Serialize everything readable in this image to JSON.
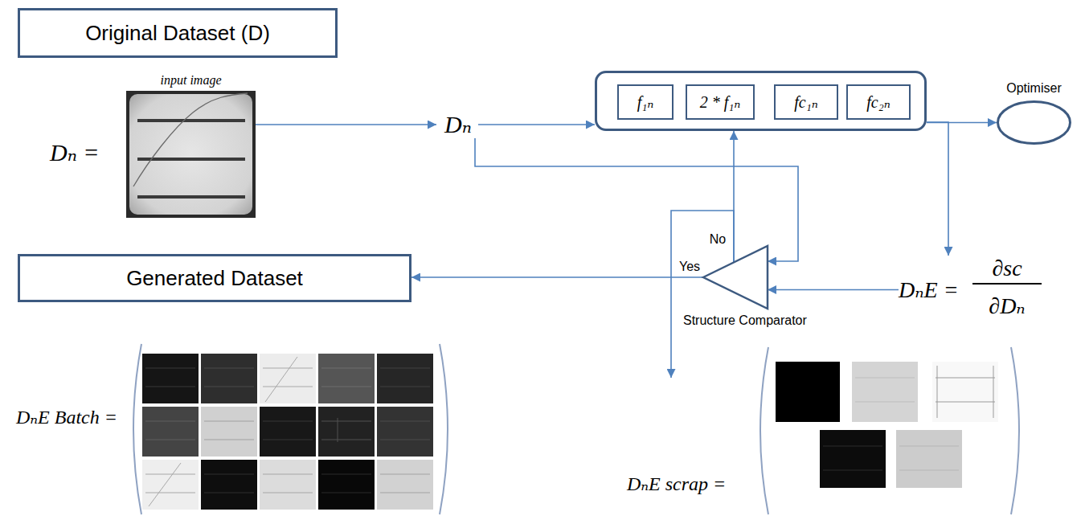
{
  "diagram": {
    "nodes": [
      {
        "text": [
          "Original Dataset (D)"
        ]
      },
      {
        "text": [
          "input image"
        ]
      },
      {
        "text": [
          "Dₙ"
        ]
      },
      {
        "text": []
      },
      {
        "text": [
          "f₁ₙ"
        ],
        "in": 3
      },
      {
        "text": [
          "2 * f₁ₙ"
        ],
        "in": 3
      },
      {
        "text": [
          "fc₁ₙ"
        ],
        "in": 3
      },
      {
        "text": [
          "fc₂ₙ"
        ],
        "in": 3
      },
      {
        "text": [
          "Optimiser"
        ]
      },
      {
        "text": [
          "DₙE =",
          "∂sc",
          "∂Dₙ"
        ]
      },
      {
        "text": [
          "Structure Comparator"
        ]
      },
      {
        "text": [
          "Generated Dataset"
        ]
      },
      {
        "text": [
          "DₙE Batch ="
        ]
      },
      {
        "text": [
          "DₙE scrap ="
        ]
      }
    ],
    "edges": [
      {
        "from": 1,
        "to": 2,
        "arrow": "to"
      },
      {
        "from": 2,
        "to": 3,
        "arrow": "to"
      },
      {
        "from": 3,
        "to": 8,
        "arrow": "to"
      },
      {
        "from": 3,
        "to": 9,
        "arrow": "to"
      },
      {
        "from": 9,
        "to": 10,
        "arrow": "to"
      },
      {
        "from": 2,
        "to": 10,
        "arrow": "to"
      },
      {
        "from": 10,
        "to": 3,
        "label": "No",
        "arrow": "to"
      },
      {
        "from": 10,
        "to": 11,
        "label": "Yes",
        "arrow": "to"
      },
      {
        "from": 10,
        "to": 13,
        "arrow": "to"
      }
    ],
    "labels": [
      "Dₙ ="
    ]
  }
}
